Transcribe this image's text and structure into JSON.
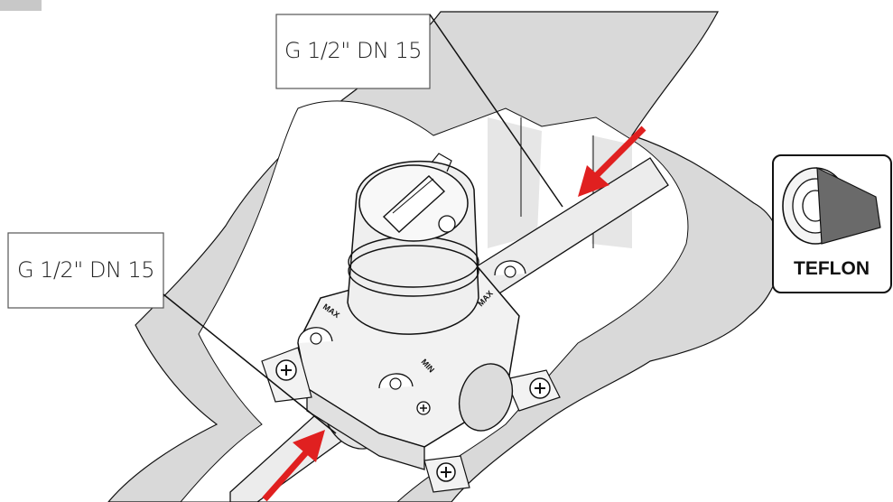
{
  "callouts": {
    "top": "G 1/2\" DN 15",
    "left": "G 1/2\" DN 15"
  },
  "engravings": {
    "max_left": "MAX",
    "max_right": "MAX",
    "min": "MIN"
  },
  "teflon": {
    "label": "TEFLON",
    "icon": "teflon-tape-icon"
  },
  "colors": {
    "wall": "#d9d9d9",
    "arrow": "#e02020",
    "outline": "#111111",
    "pipe": "#ececec"
  }
}
